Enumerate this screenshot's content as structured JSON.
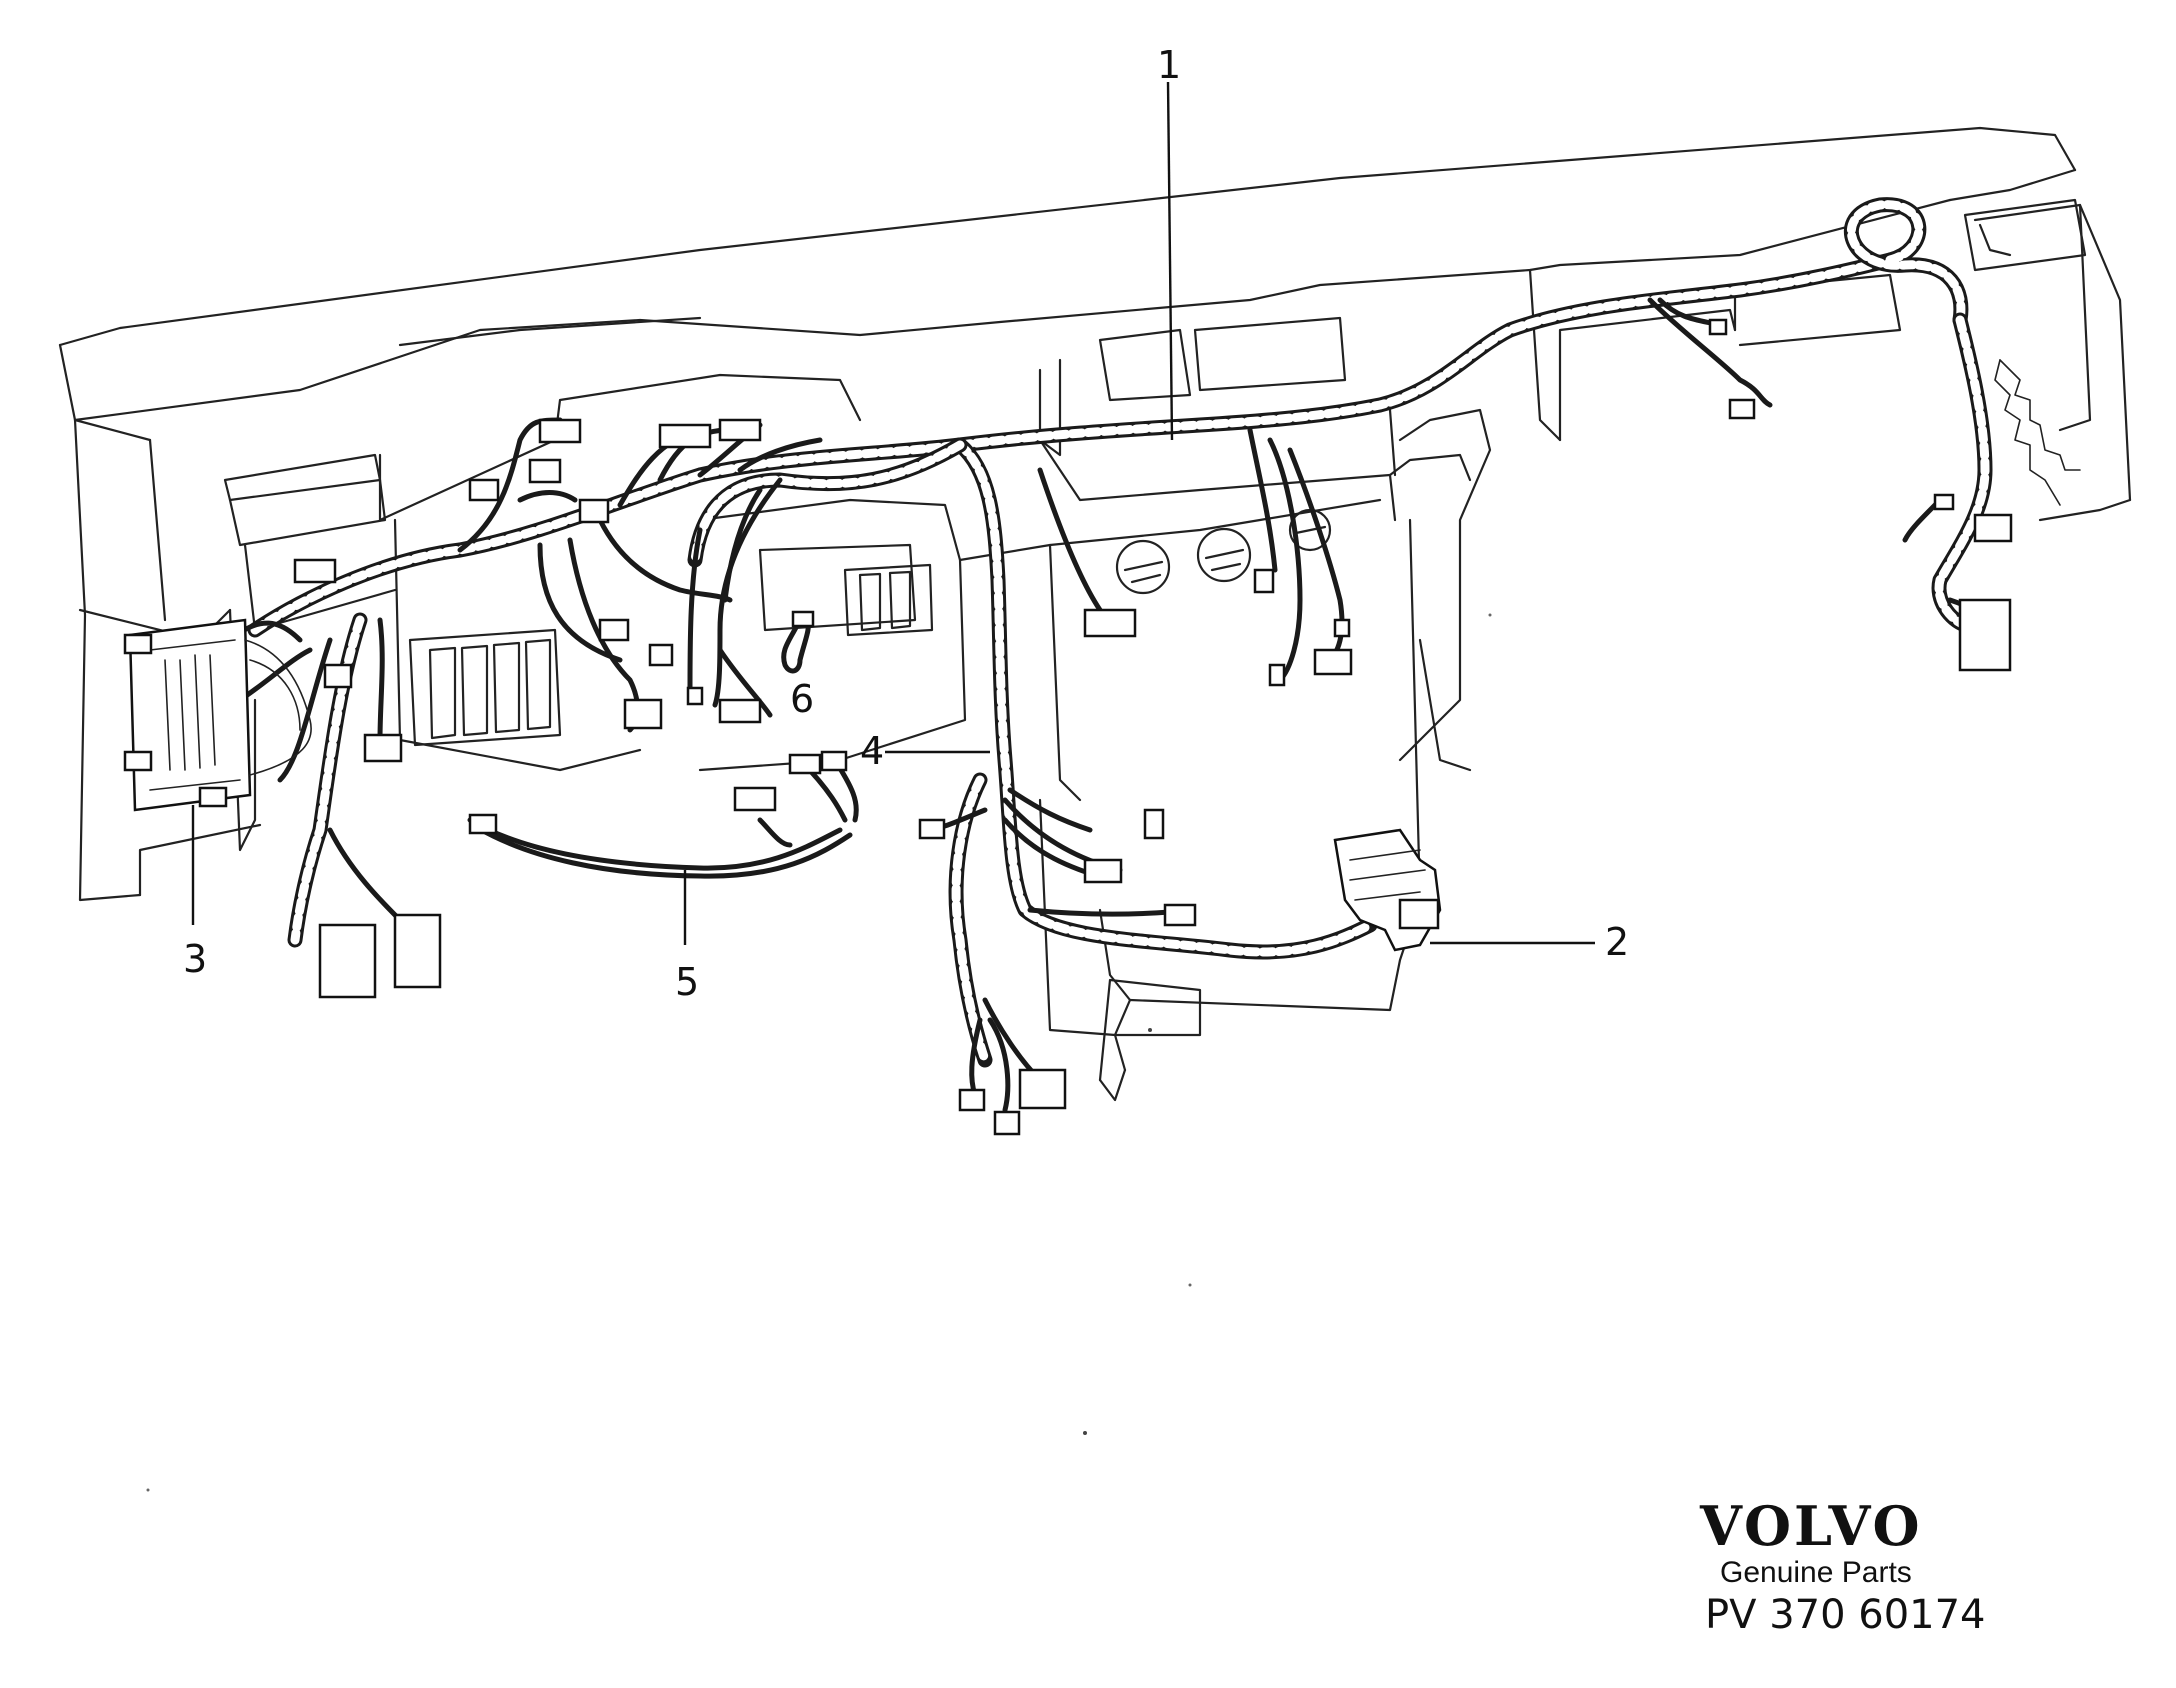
{
  "diagram": {
    "callouts": [
      {
        "id": "1",
        "text": "1"
      },
      {
        "id": "2",
        "text": "2"
      },
      {
        "id": "3",
        "text": "3"
      },
      {
        "id": "4",
        "text": "4"
      },
      {
        "id": "5",
        "text": "5"
      },
      {
        "id": "6",
        "text": "6"
      }
    ]
  },
  "footer": {
    "brand": "VOLVO",
    "tagline": "Genuine Parts",
    "part_number": "PV 370 60174"
  }
}
